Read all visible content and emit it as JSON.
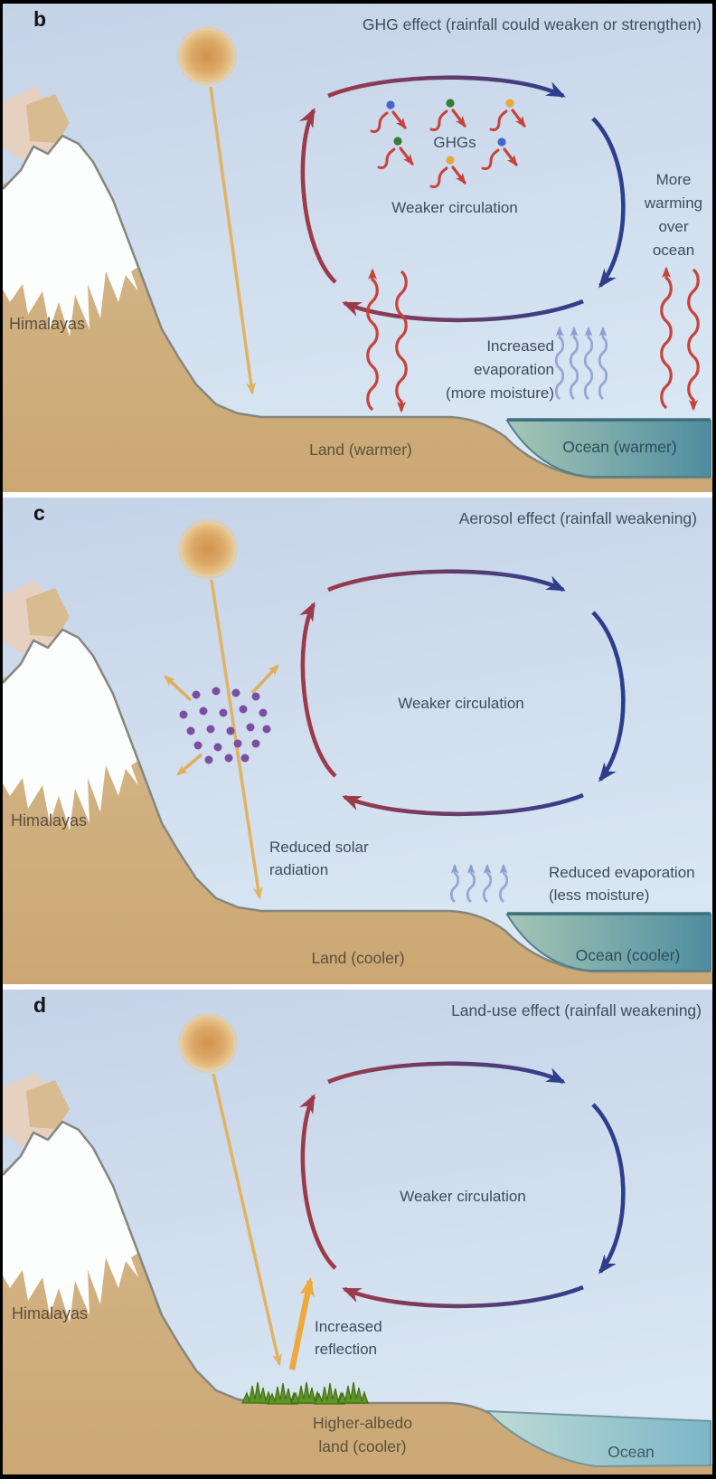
{
  "figure": {
    "panels": [
      {
        "letter": "b",
        "title": "GHG effect (rainfall could weaken or strengthen)",
        "himalayas_label": "Himalayas",
        "circulation_label": "Weaker circulation",
        "ghg_label": "GHGs",
        "warming_lines": [
          "More",
          "warming",
          "over",
          "ocean"
        ],
        "evaporation_lines": [
          "Increased",
          "evaporation",
          "(more moisture)"
        ],
        "land_label": "Land (warmer)",
        "ocean_label": "Ocean (warmer)"
      },
      {
        "letter": "c",
        "title": "Aerosol effect (rainfall weakening)",
        "himalayas_label": "Himalayas",
        "circulation_label": "Weaker circulation",
        "solar_lines": [
          "Reduced solar",
          "radiation"
        ],
        "evaporation_lines": [
          "Reduced evaporation",
          "(less moisture)"
        ],
        "land_label": "Land (cooler)",
        "ocean_label": "Ocean (cooler)"
      },
      {
        "letter": "d",
        "title": "Land-use effect (rainfall weakening)",
        "himalayas_label": "Himalayas",
        "circulation_label": "Weaker circulation",
        "reflection_lines": [
          "Increased",
          "reflection"
        ],
        "land_lines": [
          "Higher-albedo",
          "land (cooler)"
        ],
        "ocean_label": "Ocean"
      }
    ],
    "colors": {
      "circulation_warm": "#9c3a4a",
      "circulation_cool": "#2e3e8d",
      "sun": "#d2924a",
      "sun_ray": "#e2b263",
      "ghg_arrow": "#c8423a",
      "aerosol_particle": "#7b4f9f",
      "evaporation_arrow": "#8c9cd0",
      "reflection_arrow": "#eca93c",
      "grass": "#5f9428",
      "land": "#d2b186",
      "ocean_warm": "#4e8da0",
      "ocean_cool": "#7cb6c8",
      "sky": "#cddcee",
      "text": "#3d4d5b"
    }
  }
}
